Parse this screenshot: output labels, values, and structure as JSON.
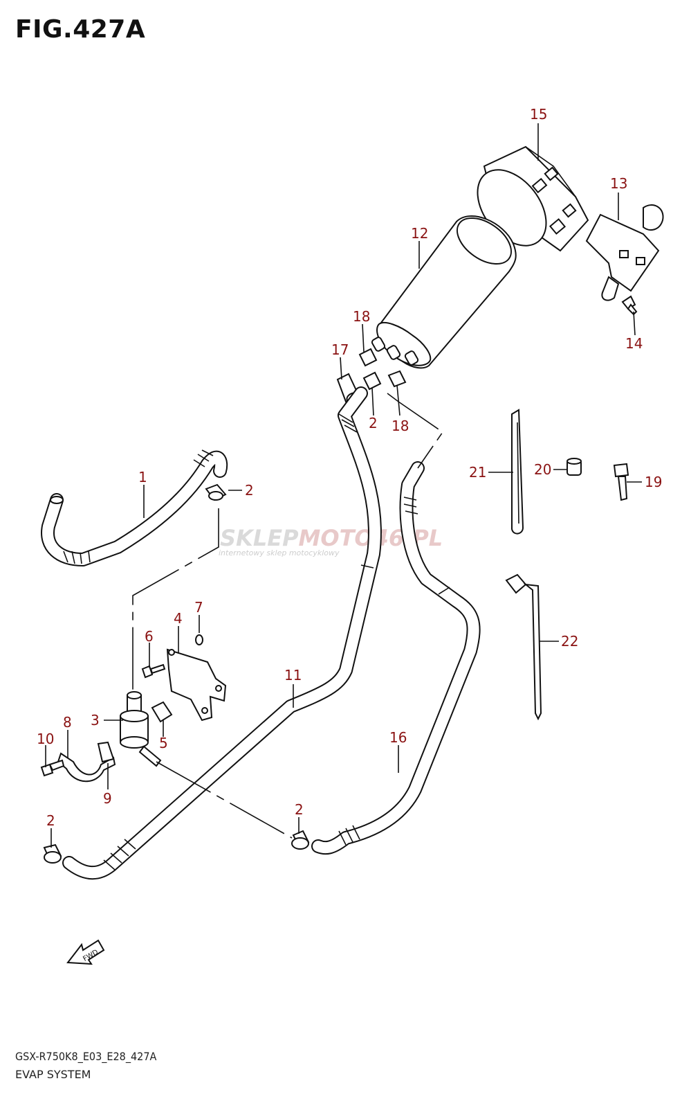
{
  "title": "FIG.427A",
  "footer": {
    "code": "GSX-R750K8_E03_E28_427A",
    "name": "EVAP SYSTEM"
  },
  "direction_marker": "FWD",
  "watermark": {
    "brand_prefix": "SKLEP",
    "brand_suffix": "MOTO46.PL",
    "tagline": "internetowy sklep motocyklowy"
  },
  "callouts": [
    {
      "id": "c15",
      "text": "15"
    },
    {
      "id": "c13",
      "text": "13"
    },
    {
      "id": "c12",
      "text": "12"
    },
    {
      "id": "c18a",
      "text": "18"
    },
    {
      "id": "c17",
      "text": "17"
    },
    {
      "id": "c2a",
      "text": "2"
    },
    {
      "id": "c18b",
      "text": "18"
    },
    {
      "id": "c14",
      "text": "14"
    },
    {
      "id": "c1",
      "text": "1"
    },
    {
      "id": "c2b",
      "text": "2"
    },
    {
      "id": "c21",
      "text": "21"
    },
    {
      "id": "c20",
      "text": "20"
    },
    {
      "id": "c19",
      "text": "19"
    },
    {
      "id": "c7",
      "text": "7"
    },
    {
      "id": "c4",
      "text": "4"
    },
    {
      "id": "c6",
      "text": "6"
    },
    {
      "id": "c22",
      "text": "22"
    },
    {
      "id": "c11",
      "text": "11"
    },
    {
      "id": "c3",
      "text": "3"
    },
    {
      "id": "c8",
      "text": "8"
    },
    {
      "id": "c5",
      "text": "5"
    },
    {
      "id": "c16",
      "text": "16"
    },
    {
      "id": "c10",
      "text": "10"
    },
    {
      "id": "c9",
      "text": "9"
    },
    {
      "id": "c2c",
      "text": "2"
    },
    {
      "id": "c2d",
      "text": "2"
    }
  ],
  "colors": {
    "callout": "#8a1212",
    "line": "#111111",
    "watermark": "#d6d6d6"
  }
}
